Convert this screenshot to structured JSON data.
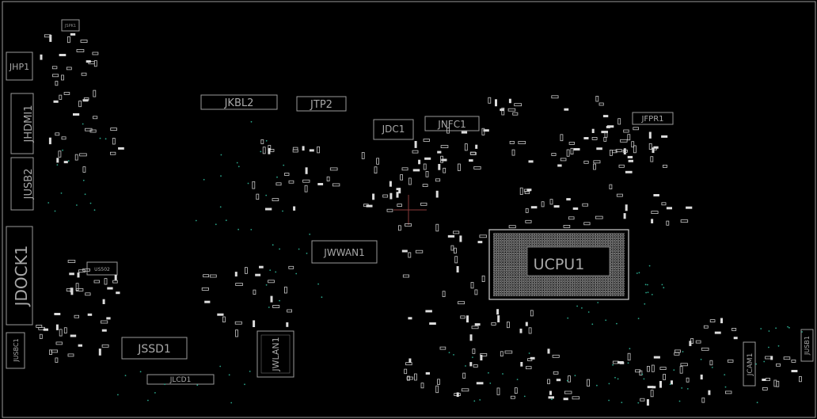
{
  "board": {
    "background": "#000000",
    "outline_color": "#9a9a9a",
    "label_color": "#a8a8a8",
    "via_color": "#2aa58a"
  },
  "labels": {
    "jhp1": "JHP1",
    "jhdmi1": "JHDMI1",
    "jusb2": "JUSB2",
    "jdock1": "JDOCK1",
    "jusbc1": "JUSBC1",
    "jkbl2": "JKBL2",
    "jtp2": "JTP2",
    "jdc1": "JDC1",
    "jnfc1": "JNFC1",
    "jfpr1": "JFPR1",
    "jwwan1": "JWWAN1",
    "ucpu1": "UCPU1",
    "jssd1": "JSSD1",
    "jlcd1": "JLCD1",
    "jwlan1": "JWLAN1",
    "jcam1": "JCAM1",
    "jusb1": "JUSB1",
    "jspk1": "JSPK1",
    "us502": "US502"
  }
}
